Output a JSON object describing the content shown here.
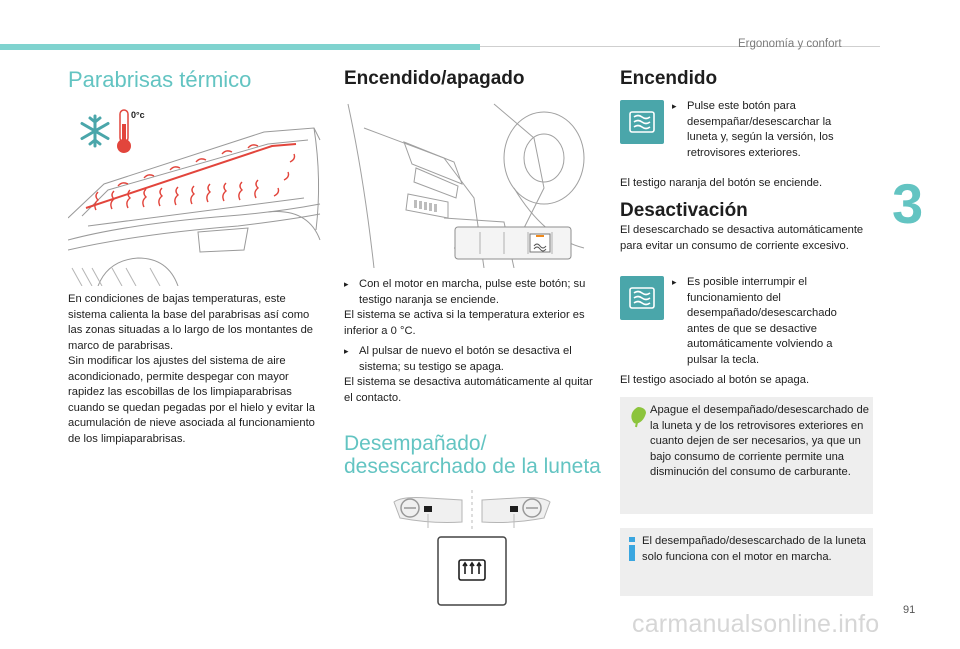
{
  "header": {
    "section_title": "Ergonomía y confort",
    "chapter_number": "3",
    "page_number": "91"
  },
  "watermark": "carmanualsonline.info",
  "col1": {
    "title": "Parabrisas térmico",
    "temp_label": "0°c",
    "paragraph": "En condiciones de bajas temperaturas, este sistema calienta la base del parabrisas así como las zonas situadas a lo largo de los montantes de marco de parabrisas.",
    "paragraph2": "Sin modificar los ajustes del sistema de aire acondicionado, permite despegar con mayor rapidez las escobillas de los limpiaparabrisas cuando se quedan pegadas por el hielo y evitar la acumulación de nieve asociada al funcionamiento de los limpiaparabrisas."
  },
  "col2": {
    "title": "Encendido/apagado",
    "bullet1": "Con el motor en marcha, pulse este botón; su testigo naranja se enciende.",
    "line1": "El sistema se activa si la temperatura exterior es inferior a 0 °C.",
    "bullet2": "Al pulsar de nuevo el botón se desactiva el sistema; su testigo se apaga.",
    "line2": "El sistema se desactiva automáticamente al quitar el contacto.",
    "section2_title_line1": "Desempañado/",
    "section2_title_line2": "desescarchado de la luneta"
  },
  "col3": {
    "title_on": "Encendido",
    "bullet_on": "Pulse este botón para desempañar/desescarchar la luneta y, según la versión, los retrovisores exteriores.",
    "line_on": "El testigo naranja del botón se enciende.",
    "title_off": "Desactivación",
    "para_off": "El desescarchado se desactiva automáticamente para evitar un consumo de corriente excesivo.",
    "bullet_off": "Es posible interrumpir el funcionamiento del desempañado/desescarchado antes de que se desactive automáticamente volviendo a pulsar la tecla.",
    "line_off": "El testigo asociado al botón se apaga.",
    "eco_note": "Apague el desempañado/desescarchado de la luneta y de los retrovisores exteriores en cuanto dejen de ser necesarios, ya que un bajo consumo de corriente permite una disminución del consumo de carburante.",
    "info_note": "El desempañado/desescarchado de la luneta solo funciona con el motor en marcha."
  },
  "colors": {
    "accent": "#63c4c2",
    "icon_bg": "#4aa6aa",
    "note_bg": "#eeeeee",
    "heat_red": "#e2453c",
    "eco_green": "#8cc43c",
    "info_blue": "#3aa6e0"
  },
  "icons": [
    "snowflake-icon",
    "thermometer-icon",
    "rear-defrost-icon",
    "leaf-icon",
    "info-icon",
    "bullet-arrow-icon"
  ]
}
